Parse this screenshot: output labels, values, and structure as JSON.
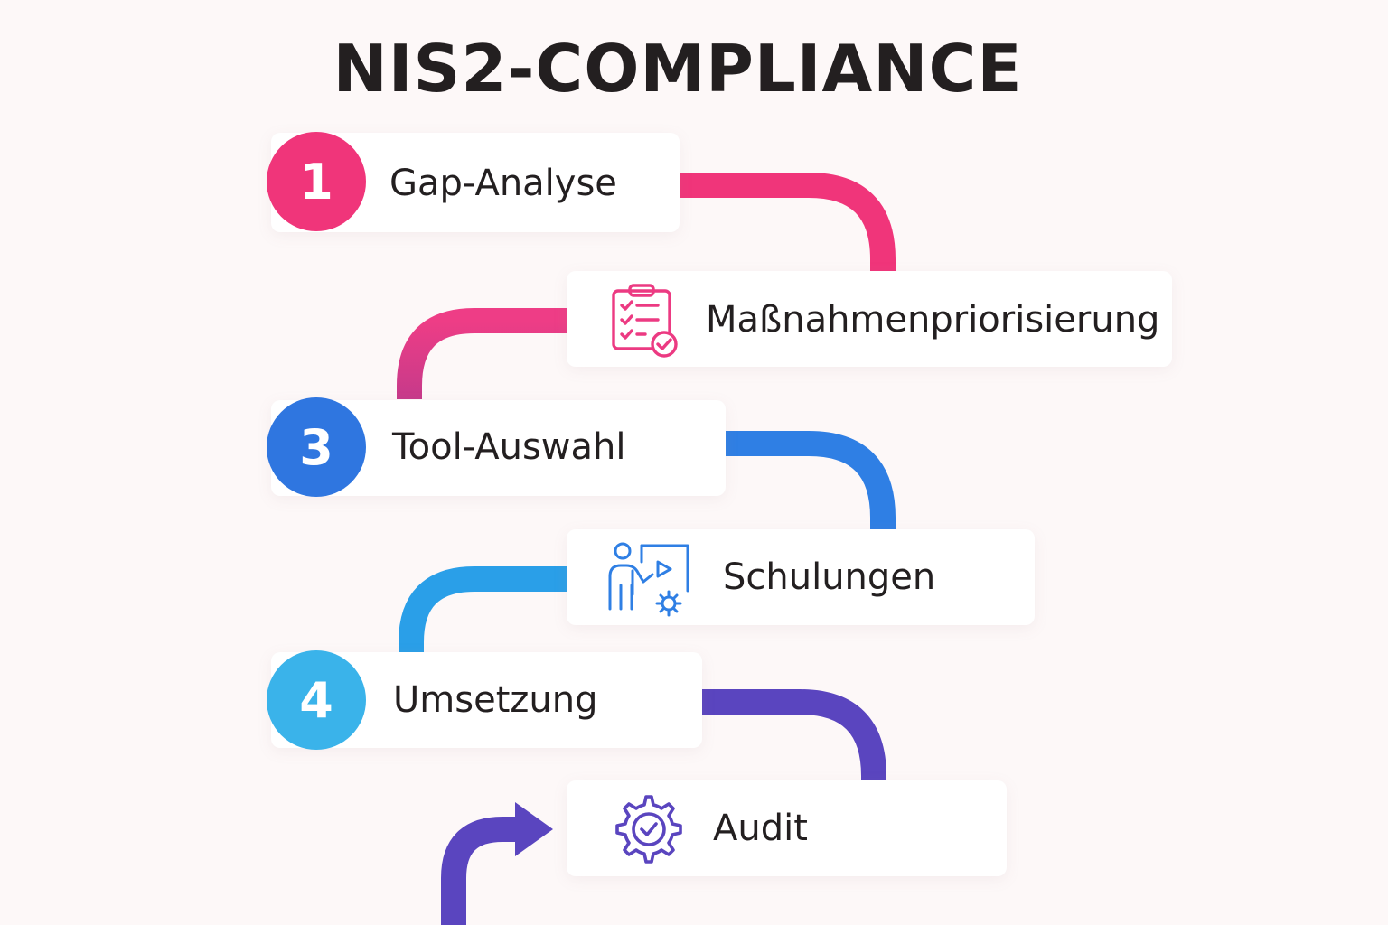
{
  "title": "NIS2-COMPLIANCE",
  "colors": {
    "step1": "#f0357a",
    "step2": "#e63a88",
    "step3": "#2f76e0",
    "step_training": "#2b8fe6",
    "step4": "#3ab3ea",
    "step_audit": "#5a45bf"
  },
  "steps": [
    {
      "number": "1",
      "label": "Gap-Analyse",
      "icon": ""
    },
    {
      "number": "",
      "label": "Maßnahmenpriorisierung",
      "icon": "clipboard-check-icon"
    },
    {
      "number": "3",
      "label": "Tool-Auswahl",
      "icon": ""
    },
    {
      "number": "",
      "label": "Schulungen",
      "icon": "presentation-trainer-icon"
    },
    {
      "number": "4",
      "label": "Umsetzung",
      "icon": ""
    },
    {
      "number": "",
      "label": "Audit",
      "icon": "gear-check-icon"
    }
  ]
}
